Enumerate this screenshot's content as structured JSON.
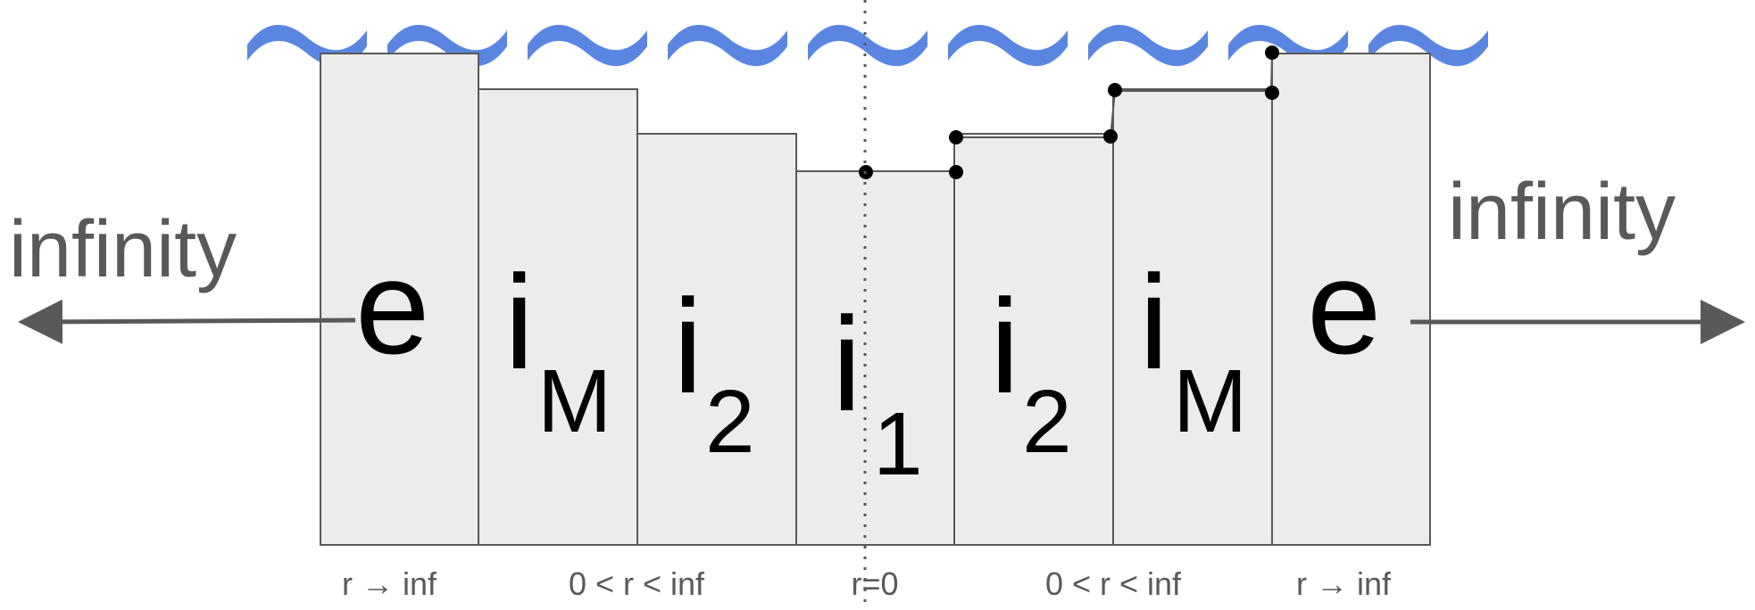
{
  "colors": {
    "wave": "#5a86e2",
    "box_fill": "#ececec",
    "box_stroke": "#595959",
    "arrow": "#595959",
    "dot": "#000000",
    "axis_line": "#595959",
    "text_main": "#000000",
    "text_side": "#595959"
  },
  "left_label": "infinity",
  "right_label": "infinity",
  "layers": [
    {
      "main": "e",
      "sub": ""
    },
    {
      "main": "i",
      "sub": "M"
    },
    {
      "main": "i",
      "sub": "2"
    },
    {
      "main": "i",
      "sub": "1"
    },
    {
      "main": "i",
      "sub": "2"
    },
    {
      "main": "i",
      "sub": "M"
    },
    {
      "main": "e",
      "sub": ""
    }
  ],
  "bottom_labels": [
    "r → inf",
    "0 < r < inf",
    "r=0",
    "0 < r < inf",
    "r → inf"
  ]
}
